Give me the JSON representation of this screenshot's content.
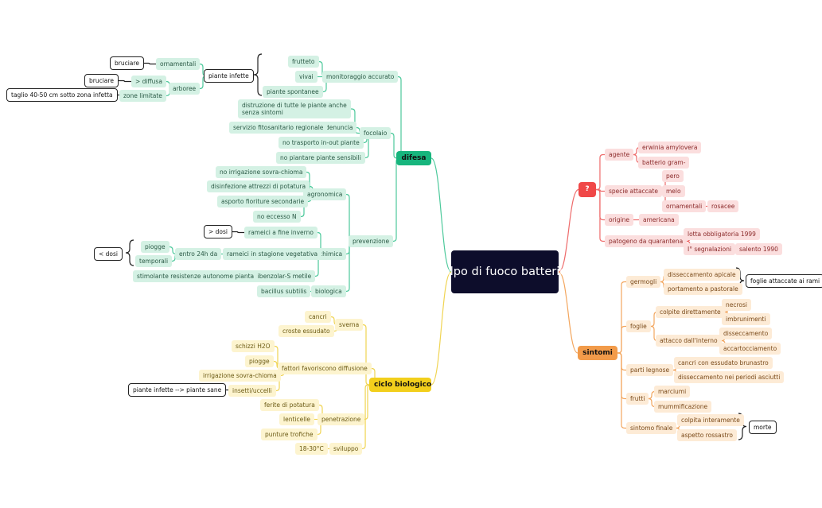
{
  "colors": {
    "green_line": "#4cc99b",
    "red_line": "#ee6b6b",
    "orange_line": "#f3a65e",
    "yellow_line": "#f0d452",
    "dark_line": "#222222",
    "root_bg": "#0d0d2b"
  },
  "nodes": [
    {
      "id": "root",
      "text": "colpo di fuoco batterico",
      "style": "root"
    },
    {
      "id": "difesa",
      "text": "difesa",
      "style": "main green"
    },
    {
      "id": "monitoraggio",
      "text": "monitoraggio accurato",
      "style": "green"
    },
    {
      "id": "frutteto",
      "text": "frutteto",
      "style": "green"
    },
    {
      "id": "vivai",
      "text": "vivai",
      "style": "green"
    },
    {
      "id": "spontanee",
      "text": "piante spontanee",
      "style": "green"
    },
    {
      "id": "piante_infette",
      "text": "piante infette",
      "style": "box"
    },
    {
      "id": "ornamentali_g",
      "text": "ornamentali",
      "style": "green"
    },
    {
      "id": "bruciare1",
      "text": "bruciare",
      "style": "box"
    },
    {
      "id": "arboree",
      "text": "arboree",
      "style": "green"
    },
    {
      "id": "diffusa",
      "text": "> diffusa",
      "style": "green"
    },
    {
      "id": "bruciare2",
      "text": "bruciare",
      "style": "box"
    },
    {
      "id": "zone_limitate",
      "text": "zone limitate",
      "style": "green"
    },
    {
      "id": "taglio",
      "text": "taglio 40-50 cm sotto zona infetta",
      "style": "box"
    },
    {
      "id": "focolaio",
      "text": "focolaio",
      "style": "green"
    },
    {
      "id": "distruzione",
      "text": "distruzione di tutte le piante anche senza sintomi",
      "style": "green wrap"
    },
    {
      "id": "denuncia",
      "text": "denuncia",
      "style": "green"
    },
    {
      "id": "servizio",
      "text": "servizio fitosanitario regionale",
      "style": "green"
    },
    {
      "id": "trasporto",
      "text": "no trasporto in-out piante",
      "style": "green"
    },
    {
      "id": "no_piantare",
      "text": "no piantare piante sensibili",
      "style": "green"
    },
    {
      "id": "prevenzione",
      "text": "prevenzione",
      "style": "green"
    },
    {
      "id": "agronomica",
      "text": "agronomica",
      "style": "green"
    },
    {
      "id": "irrigazione_g",
      "text": "no irrigazione sovra-chioma",
      "style": "green"
    },
    {
      "id": "disinfezione",
      "text": "disinfezione attrezzi di potatura",
      "style": "green"
    },
    {
      "id": "asporto",
      "text": "asporto fioriture secondarie",
      "style": "green"
    },
    {
      "id": "eccesso",
      "text": "no eccesso N",
      "style": "green"
    },
    {
      "id": "chimica",
      "text": "chimica",
      "style": "green"
    },
    {
      "id": "rameici_inverno",
      "text": "rameici a fine inverno",
      "style": "green"
    },
    {
      "id": "dosi_max",
      "text": "> dosi",
      "style": "box"
    },
    {
      "id": "rameici_veg",
      "text": "rameici in stagione vegetativa",
      "style": "green"
    },
    {
      "id": "entro24",
      "text": "entro 24h da",
      "style": "green"
    },
    {
      "id": "piogge_g",
      "text": "piogge",
      "style": "green"
    },
    {
      "id": "temporali",
      "text": "temporali",
      "style": "green"
    },
    {
      "id": "dosi_min",
      "text": "< dosi",
      "style": "box"
    },
    {
      "id": "acibenzolar",
      "text": "acibenzolar-S metile",
      "style": "green"
    },
    {
      "id": "stimolante",
      "text": "stimolante resistenze autonome pianta",
      "style": "green"
    },
    {
      "id": "biologica",
      "text": "biologica",
      "style": "green"
    },
    {
      "id": "bacillus",
      "text": "bacillus subtilis",
      "style": "green"
    },
    {
      "id": "q",
      "text": "?",
      "style": "main red"
    },
    {
      "id": "agente",
      "text": "agente",
      "style": "red"
    },
    {
      "id": "erwinia",
      "text": "erwinia amylovera",
      "style": "red"
    },
    {
      "id": "batterio",
      "text": "batterio gram-",
      "style": "red"
    },
    {
      "id": "specie",
      "text": "specie attaccate",
      "style": "red"
    },
    {
      "id": "pero",
      "text": "pero",
      "style": "red"
    },
    {
      "id": "melo",
      "text": "melo",
      "style": "red"
    },
    {
      "id": "ornamentali_r",
      "text": "ornamentali",
      "style": "red"
    },
    {
      "id": "rosacee",
      "text": "rosacee",
      "style": "red"
    },
    {
      "id": "origine",
      "text": "origine",
      "style": "red"
    },
    {
      "id": "americana",
      "text": "americana",
      "style": "red"
    },
    {
      "id": "patogeno",
      "text": "patogeno da quarantena",
      "style": "red"
    },
    {
      "id": "lotta",
      "text": "lotta obbligatoria 1999",
      "style": "red"
    },
    {
      "id": "segnalazioni",
      "text": "I° segnalazioni",
      "style": "red"
    },
    {
      "id": "salento",
      "text": "salento 1990",
      "style": "red"
    },
    {
      "id": "sintomi",
      "text": "sintomi",
      "style": "main orange"
    },
    {
      "id": "germogli",
      "text": "germogli",
      "style": "orange"
    },
    {
      "id": "disseccamento_apicale",
      "text": "disseccamento apicale",
      "style": "orange"
    },
    {
      "id": "portamento",
      "text": "portamento a pastorale",
      "style": "orange"
    },
    {
      "id": "foglie_rami",
      "text": "foglie attaccate ai rami",
      "style": "box"
    },
    {
      "id": "foglie",
      "text": "foglie",
      "style": "orange"
    },
    {
      "id": "colpite",
      "text": "colpite direttamente",
      "style": "orange"
    },
    {
      "id": "necrosi",
      "text": "necrosi",
      "style": "orange"
    },
    {
      "id": "imbrunimenti",
      "text": "imbrunimenti",
      "style": "orange"
    },
    {
      "id": "attacco",
      "text": "attacco dall'interno",
      "style": "orange"
    },
    {
      "id": "disseccamento",
      "text": "disseccamento",
      "style": "orange"
    },
    {
      "id": "accartocciamento",
      "text": "accartocciamento",
      "style": "orange"
    },
    {
      "id": "parti_legnose",
      "text": "parti legnose",
      "style": "orange"
    },
    {
      "id": "cancri_essudato",
      "text": "cancri con essudato brunastro",
      "style": "orange"
    },
    {
      "id": "disseccamento_periodi",
      "text": "disseccamento nei periodi asciutti",
      "style": "orange"
    },
    {
      "id": "frutti",
      "text": "frutti",
      "style": "orange"
    },
    {
      "id": "marciumi",
      "text": "marciumi",
      "style": "orange"
    },
    {
      "id": "mummificazione",
      "text": "mummificazione",
      "style": "orange"
    },
    {
      "id": "sintomo_finale",
      "text": "sintomo finale",
      "style": "orange"
    },
    {
      "id": "colpita",
      "text": "colpita interamente",
      "style": "orange"
    },
    {
      "id": "aspetto",
      "text": "aspetto rossastro",
      "style": "orange"
    },
    {
      "id": "morte",
      "text": "morte",
      "style": "box"
    },
    {
      "id": "ciclo",
      "text": "ciclo biologico",
      "style": "main yellow"
    },
    {
      "id": "sverna",
      "text": "sverna",
      "style": "yellow"
    },
    {
      "id": "cancri",
      "text": "cancri",
      "style": "yellow"
    },
    {
      "id": "croste",
      "text": "croste essudato",
      "style": "yellow"
    },
    {
      "id": "fattori",
      "text": "fattori favoriscono diffusione",
      "style": "yellow"
    },
    {
      "id": "schizzi",
      "text": "schizzi H2O",
      "style": "yellow"
    },
    {
      "id": "piogge_y",
      "text": "piogge",
      "style": "yellow"
    },
    {
      "id": "irrigazione_y",
      "text": "irrigazione sovra-chioma",
      "style": "yellow"
    },
    {
      "id": "insetti",
      "text": "insetti/uccelli",
      "style": "yellow"
    },
    {
      "id": "piante_sane",
      "text": "piante infette --> piante sane",
      "style": "box"
    },
    {
      "id": "penetrazione",
      "text": "penetrazione",
      "style": "yellow"
    },
    {
      "id": "ferite",
      "text": "ferite di potatura",
      "style": "yellow"
    },
    {
      "id": "lenticelle",
      "text": "lenticelle",
      "style": "yellow"
    },
    {
      "id": "punture",
      "text": "punture trofiche",
      "style": "yellow"
    },
    {
      "id": "sviluppo",
      "text": "sviluppo",
      "style": "yellow"
    },
    {
      "id": "temp",
      "text": "18-30°C",
      "style": "yellow"
    }
  ]
}
